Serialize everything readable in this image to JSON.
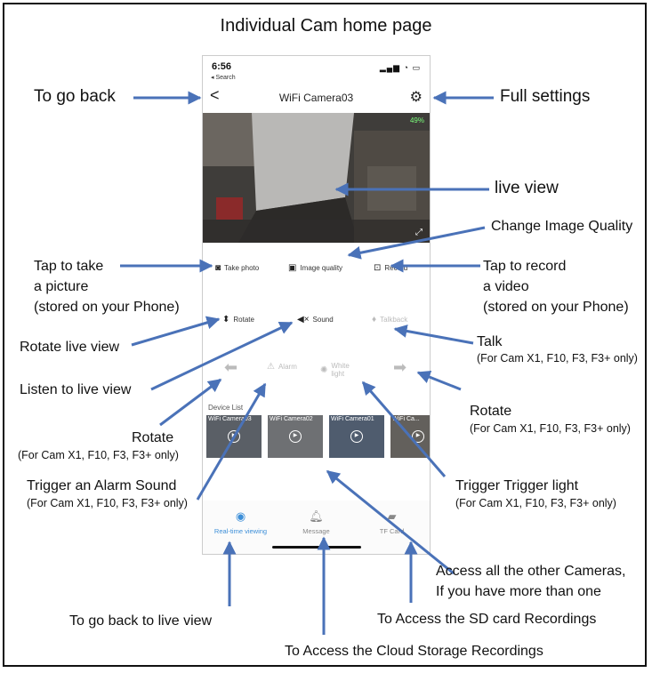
{
  "title": "Individual Cam home page",
  "phone": {
    "status": {
      "time": "6:56",
      "search": "◂ Search",
      "icons": "▂▄▆ ◔ ▭"
    },
    "nav": {
      "back": "<",
      "title": "WiFi Camera03",
      "gear": "⚙"
    },
    "live": {
      "battery": "49%",
      "expand": "⤢"
    },
    "options": {
      "take_photo": "Take photo",
      "image_quality": "Image quality",
      "record": "Record"
    },
    "controls": {
      "rotate": "Rotate",
      "sound": "Sound",
      "talkback": "Talkback",
      "alarm": "Alarm",
      "white_light": "White light"
    },
    "device_list": {
      "label": "Device List",
      "items": [
        {
          "name": "WiFi Camera03"
        },
        {
          "name": "WiFi Camera02"
        },
        {
          "name": "WiFi Camera01"
        },
        {
          "name": "WiFi Ca..."
        }
      ]
    },
    "tabs": [
      {
        "label": "Real-time viewing",
        "active": true
      },
      {
        "label": "Message",
        "active": false
      },
      {
        "label": "TF Card",
        "active": false
      }
    ]
  },
  "annotations": {
    "go_back": "To go back",
    "full_settings": "Full settings",
    "live_view": "live view",
    "change_quality": "Change Image Quality",
    "take_picture": [
      "Tap to take",
      "a picture",
      "(stored on your Phone)"
    ],
    "record_video": [
      "Tap to record",
      "a video",
      "(stored on your Phone)"
    ],
    "rotate_live": "Rotate live view",
    "listen_live": "Listen to live view",
    "talk": "Talk",
    "talk_note": "(For Cam X1, F10, F3, F3+ only)",
    "rotate_left": "Rotate",
    "rotate_left_note": "(For Cam X1, F10, F3, F3+ only)",
    "rotate_right": "Rotate",
    "rotate_right_note": "(For Cam X1, F10, F3, F3+ only)",
    "alarm_sound": "Trigger an Alarm Sound",
    "alarm_note": "(For Cam X1, F10, F3, F3+ only)",
    "trigger_light": "Trigger Trigger light",
    "light_note": "(For Cam X1, F10, F3, F3+  only)",
    "access_cameras": [
      "Access all the other Cameras,",
      "If you have more than one"
    ],
    "back_live": "To go back to live view",
    "sd_card": "To Access the SD card Recordings",
    "cloud": "To Access the Cloud Storage Recordings"
  },
  "colors": {
    "arrow": "#4a72b8",
    "tab_active": "#3d8fd8"
  }
}
